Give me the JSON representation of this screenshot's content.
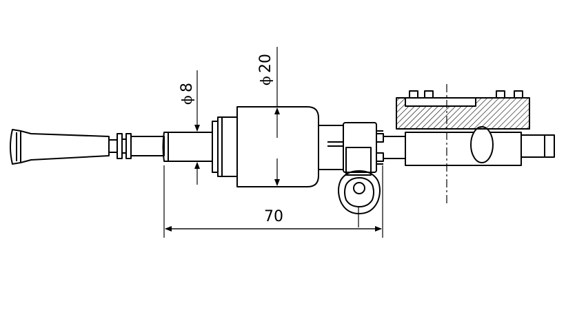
{
  "dimensions": {
    "length": {
      "value": "70"
    },
    "diameter_small": {
      "symbol": "ϕ",
      "value": "8"
    },
    "diameter_large": {
      "symbol": "ϕ",
      "value": "20"
    }
  },
  "colors": {
    "line": "#000000",
    "background": "#ffffff",
    "hatch": "#000000"
  }
}
